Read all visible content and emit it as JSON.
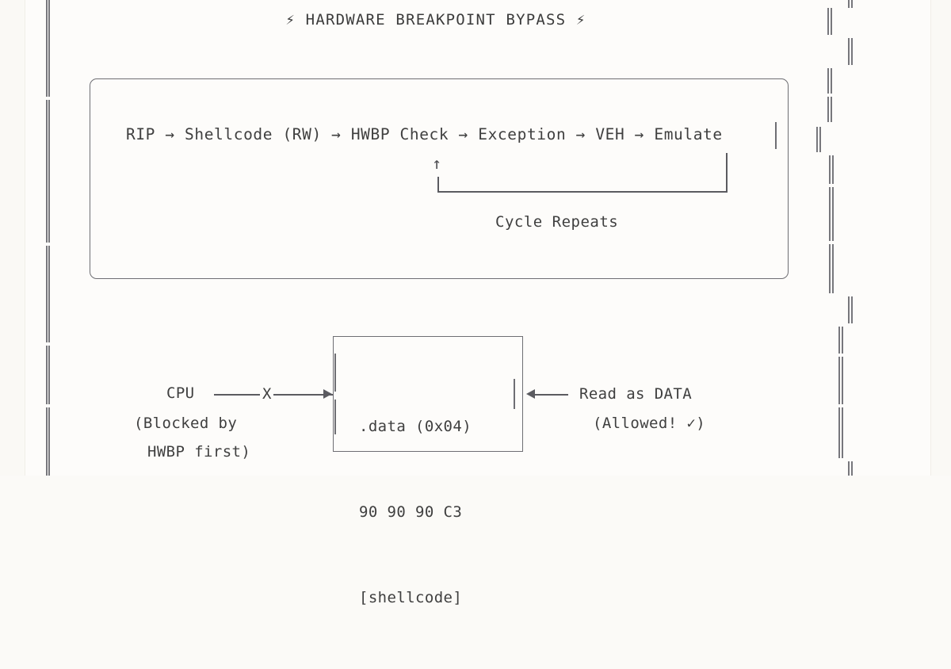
{
  "page": {
    "background_color": "#fdfcfa",
    "margin_color": "#faf9f5",
    "ink_color": "#3f3f3f",
    "rule_color": "#77777c"
  },
  "title": {
    "text": "⚡ HARDWARE BREAKPOINT BYPASS ⚡",
    "left_bolt": "⚡",
    "right_bolt": "⚡",
    "label": "HARDWARE BREAKPOINT BYPASS"
  },
  "flow": {
    "sequence_text": "RIP → Shellcode (RW) → HWBP Check → Exception → VEH → Emulate",
    "steps": [
      "RIP",
      "Shellcode (RW)",
      "HWBP Check",
      "Exception",
      "VEH",
      "Emulate"
    ],
    "arrow_glyph": "→",
    "loop_arrow_glyph": "↑",
    "loop_label": "Cycle Repeats"
  },
  "memory": {
    "box_lines": [
      ".data (0x04)",
      "90 90 90 C3",
      "[shellcode]"
    ],
    "section": ".data (0x04)",
    "bytes": "90 90 90 C3",
    "annotation": "[shellcode]"
  },
  "cpu_path": {
    "source_label": "CPU",
    "blocked_marker": "X",
    "note_line1": "(Blocked by",
    "note_line2": "HWBP first)"
  },
  "data_path": {
    "label": "Read as DATA",
    "note": "(Allowed! ✓)",
    "check_glyph": "✓"
  }
}
